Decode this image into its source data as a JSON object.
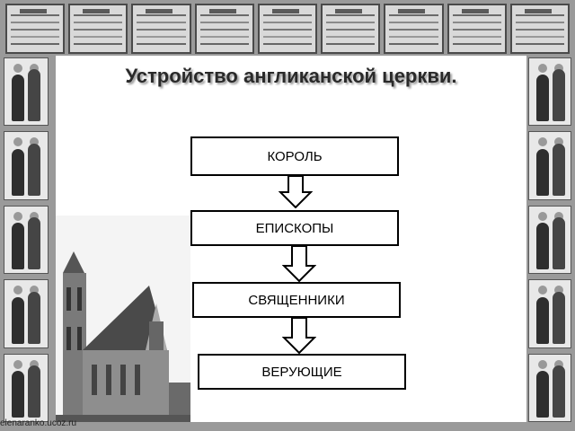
{
  "title": "Устройство англиканской церкви.",
  "hierarchy": [
    {
      "label": "КОРОЛЬ"
    },
    {
      "label": "ЕПИСКОПЫ"
    },
    {
      "label": "СВЯЩЕННИКИ"
    },
    {
      "label": "ВЕРУЮЩИЕ"
    }
  ],
  "watermark": "elenaranko.ucoz.ru",
  "icons": {
    "church": "church-photo",
    "arrow": "down-arrow-icon"
  }
}
